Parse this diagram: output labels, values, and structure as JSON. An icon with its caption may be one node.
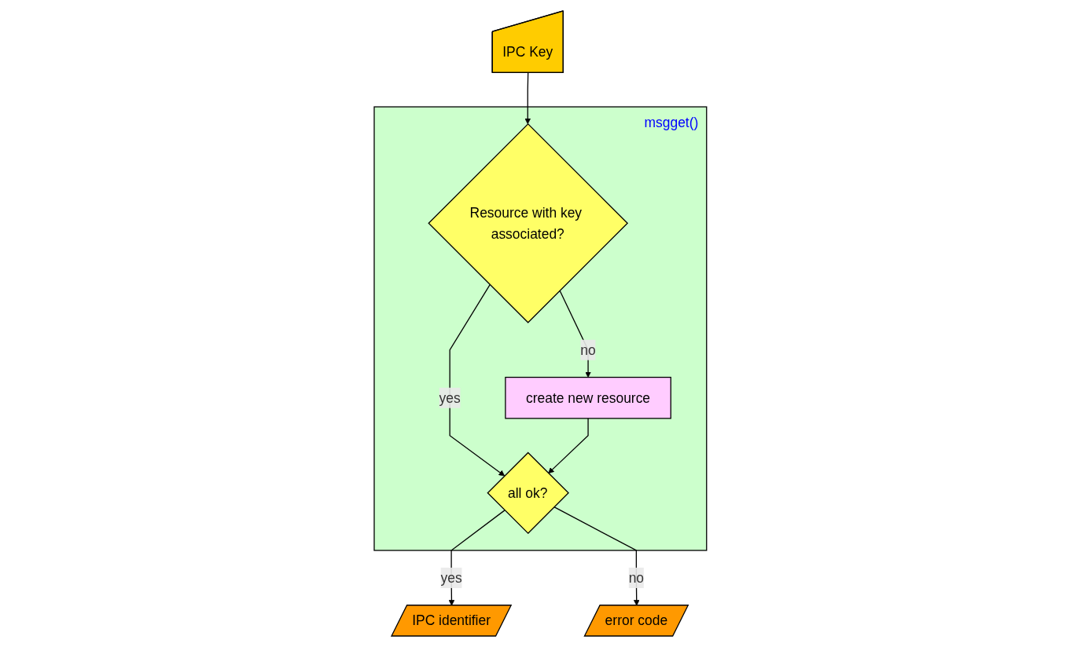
{
  "diagram": {
    "nodes": [
      {
        "text": [
          "IPC Key"
        ]
      },
      {
        "text": [
          "msgget()"
        ]
      },
      {
        "text": [
          "Resource with key associated?"
        ],
        "in": 1
      },
      {
        "text": [
          "create new resource"
        ],
        "in": 1
      },
      {
        "text": [
          "all ok?"
        ],
        "in": 1
      },
      {
        "text": [
          "IPC identifier"
        ]
      },
      {
        "text": [
          "error code"
        ]
      }
    ],
    "edges": [
      {
        "from": 0,
        "to": 2,
        "arrow": "to"
      },
      {
        "from": 2,
        "to": 3,
        "label": "no",
        "arrow": "to"
      },
      {
        "from": 2,
        "to": 4,
        "label": "yes",
        "arrow": "to"
      },
      {
        "from": 3,
        "to": 4,
        "arrow": "to"
      },
      {
        "from": 4,
        "to": 5,
        "label": "yes",
        "arrow": "to"
      },
      {
        "from": 4,
        "to": 6,
        "label": "no",
        "arrow": "to"
      }
    ]
  }
}
